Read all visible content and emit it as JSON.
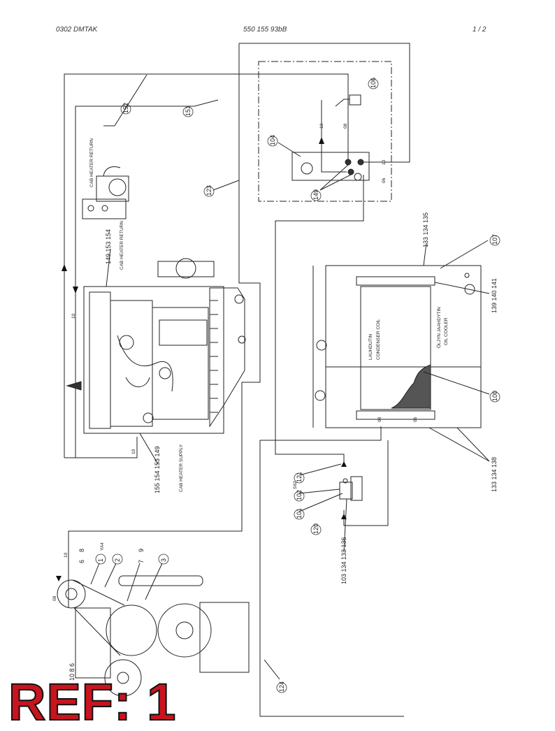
{
  "header": {
    "left": "0302   DMTAK",
    "center": "550 155 93bB",
    "right": "1 /   2"
  },
  "labels": {
    "cab_return_1": "CAB HEATER RETURN",
    "cab_return_2": "CAB HEATER RETURN",
    "cab_supply": "CAB HEATER SUPPLY",
    "condenser_fi": "LAUHDUTIN",
    "condenser_en": "CONDENSER COIL",
    "oilcooler_fi": "ÖLJYN JAAHDYTIN",
    "oilcooler_en": "OIL COOLER",
    "ya4": "YA4",
    "s62": "S62"
  },
  "ports": {
    "p10": "10",
    "p08": "08",
    "p06": "06"
  },
  "callouts": {
    "c152": "152",
    "c151": "151",
    "c106": "106",
    "c104": "104",
    "c149": "149",
    "c123": "123",
    "c149_153_154": "149 153 154",
    "c107": "107",
    "c133_134_135": "133 134 135",
    "c139_140_141": "139 140 141",
    "c100": "100",
    "c133_134_138": "133 134 138",
    "c155_154_153_149": "155 154 153 149",
    "c121": "121",
    "c102": "102",
    "c101": "101",
    "c120": "120",
    "c103_134_133_136": "103 134 133 136",
    "c6": "6",
    "c8": "8",
    "c1": "1",
    "c2": "2",
    "c7": "7",
    "c9": "9",
    "c3": "3",
    "c10_8_6": "10 8 6",
    "c124": "124"
  },
  "stamp": {
    "text": "REF: 1",
    "color": "#c8141e"
  }
}
